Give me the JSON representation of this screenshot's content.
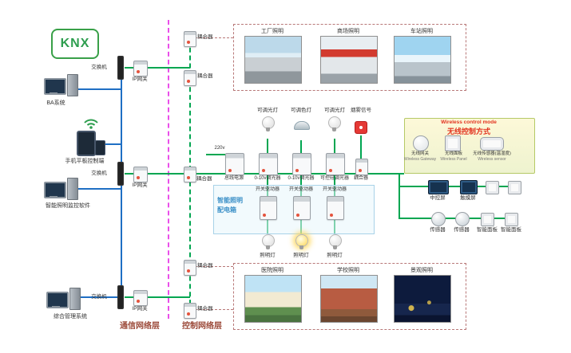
{
  "logo": {
    "text": "KNX"
  },
  "terminals": {
    "items": [
      {
        "label": "BA系统"
      },
      {
        "label": "手机平板控制端"
      },
      {
        "label": "智能照明监控软件"
      },
      {
        "label": "综合管理系统"
      }
    ]
  },
  "network": {
    "switches": [
      {
        "label": "交换机"
      },
      {
        "label": "交换机"
      },
      {
        "label": "交换机"
      }
    ],
    "gateways": [
      {
        "label": "IP网关"
      },
      {
        "label": "IP网关"
      },
      {
        "label": "IP网关"
      }
    ],
    "couplers": [
      {
        "label": "耦合器"
      },
      {
        "label": "耦合器"
      },
      {
        "label": "耦合器"
      },
      {
        "label": "耦合器"
      },
      {
        "label": "耦合器"
      }
    ],
    "layers": [
      {
        "label": "通信网络层"
      },
      {
        "label": "控制网络层"
      }
    ]
  },
  "bus": {
    "power_label": "220v",
    "modules": [
      {
        "label": "总线电源"
      },
      {
        "label": "0-10v调光器"
      },
      {
        "label": "0-10v调光器"
      },
      {
        "label": "可控硅调光器"
      },
      {
        "label": "耦合器"
      }
    ]
  },
  "fixtures_top": [
    {
      "label": "可调光灯"
    },
    {
      "label": "可调色灯"
    },
    {
      "label": "可调光灯"
    },
    {
      "label": "烟雾信号"
    }
  ],
  "cabinet": {
    "title_line1": "智能照明",
    "title_line2": "配电箱",
    "drivers": [
      {
        "label": "开关驱动器"
      },
      {
        "label": "开关驱动器"
      },
      {
        "label": "开关驱动器"
      }
    ]
  },
  "fixtures_bottom": [
    {
      "label": "照明灯"
    },
    {
      "label": "照明灯"
    },
    {
      "label": "照明灯"
    }
  ],
  "scenes": {
    "top": [
      {
        "label": "工厂照明"
      },
      {
        "label": "商场照明"
      },
      {
        "label": "车站照明"
      }
    ],
    "bottom": [
      {
        "label": "医院照明"
      },
      {
        "label": "学校照明"
      },
      {
        "label": "景观照明"
      }
    ]
  },
  "wireless": {
    "title_en": "Wireless control mode",
    "title_zh": "无线控制方式",
    "items": [
      {
        "zh": "无线网关",
        "en": "Wireless Gateway"
      },
      {
        "zh": "无线面板",
        "en": "Wireless Panel"
      },
      {
        "zh": "无线传感器(温湿度)",
        "en": "Wireless sensor"
      }
    ]
  },
  "control_devices": {
    "row1": [
      {
        "label": "中控屏"
      },
      {
        "label": "触摸屏"
      }
    ],
    "row2": [
      {
        "label": "传感器"
      },
      {
        "label": "传感器"
      },
      {
        "label": "智能面板"
      },
      {
        "label": "智能面板"
      }
    ]
  },
  "colors": {
    "bus_green": "#00a651",
    "lan_blue": "#1f6fc4",
    "divider_magenta": "#ea4fea",
    "accent_red": "#e2331f"
  }
}
